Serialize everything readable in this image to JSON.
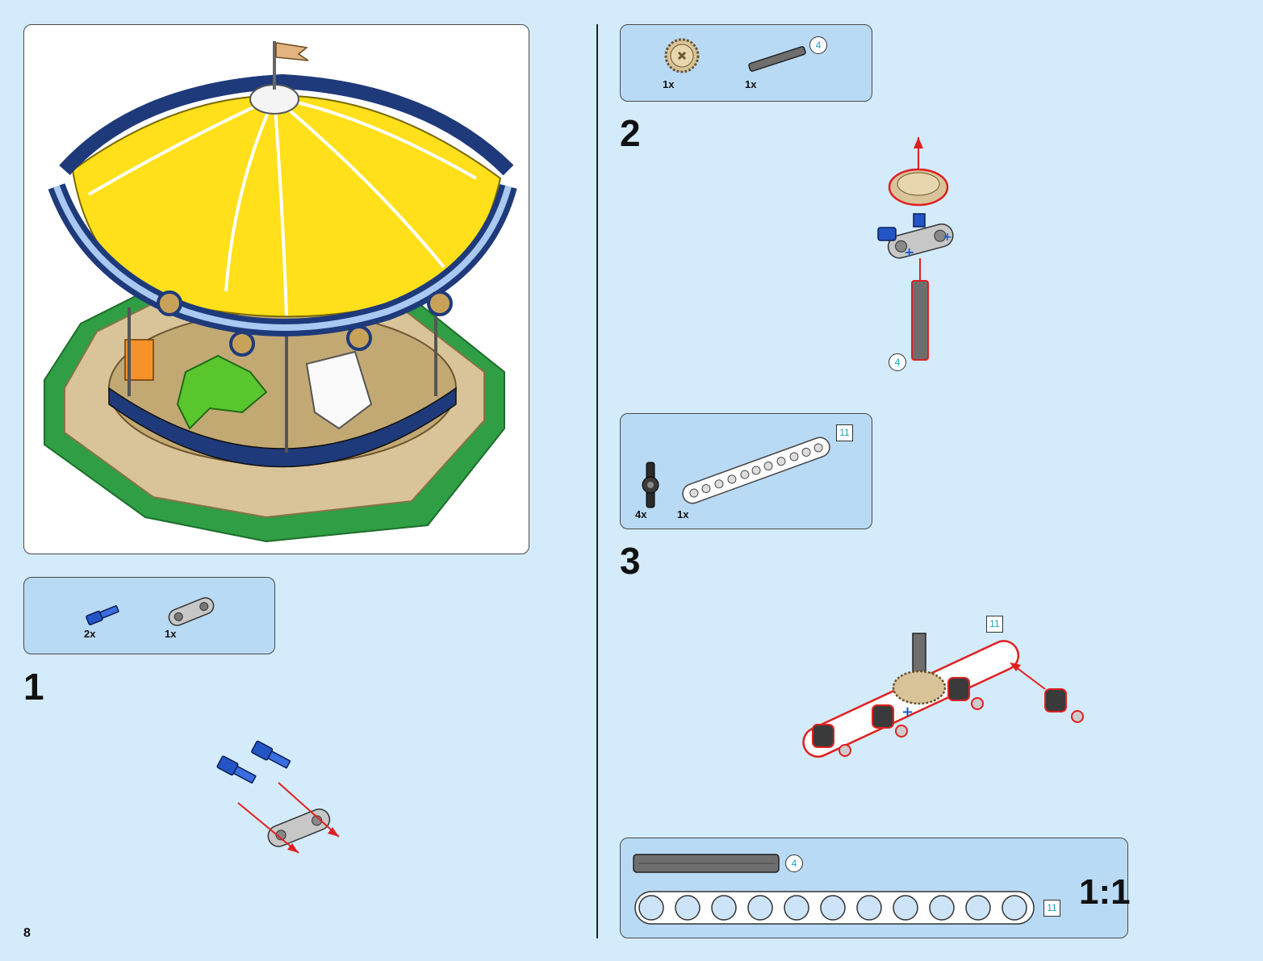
{
  "page_number": "8",
  "steps": [
    {
      "number": "1",
      "parts": [
        {
          "qty": "2x",
          "icon": "blue-axle-pin-icon"
        },
        {
          "qty": "1x",
          "icon": "gray-liftarm-2-icon"
        }
      ]
    },
    {
      "number": "2",
      "parts": [
        {
          "qty": "1x",
          "icon": "tan-gear-20-tooth-icon"
        },
        {
          "qty": "1x",
          "icon": "dark-gray-axle-4-icon"
        }
      ],
      "axle_length": "4",
      "assembly_axle_length": "4"
    },
    {
      "number": "3",
      "parts": [
        {
          "qty": "4x",
          "icon": "black-axle-connector-icon"
        },
        {
          "qty": "1x",
          "icon": "white-beam-11-icon"
        }
      ],
      "beam_length": "11",
      "assembly_beam_length": "11"
    }
  ],
  "scale_panel": {
    "label": "1:1",
    "axle_length": "4",
    "beam_length": "11"
  },
  "colors": {
    "page_bg": "#d3ebfa",
    "panel_bg": "#b9daf4",
    "canopy_yellow": "#ffe01a",
    "baseplate_green": "#2f9e44",
    "tan": "#d9c49a",
    "arrow_red": "#e02020"
  }
}
